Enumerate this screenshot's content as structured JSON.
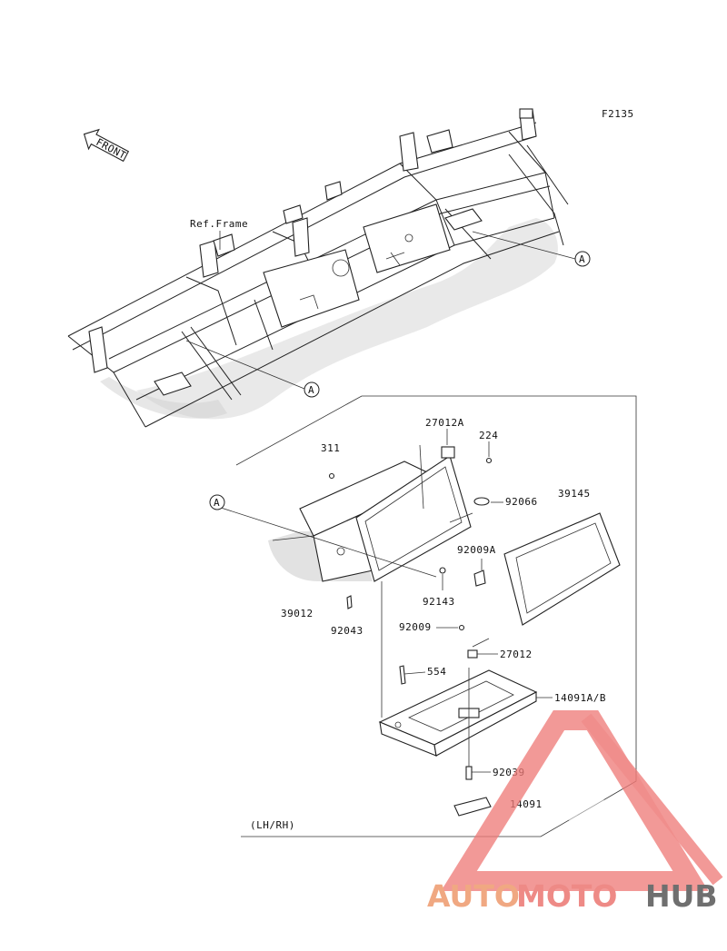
{
  "diagram": {
    "figure_code": "F2135",
    "front_label": "FRONT",
    "ref_label": "Ref.Frame",
    "ref_marker": "A",
    "variant_label": "(LH/RH)",
    "parts": [
      {
        "id": "p27012A",
        "number": "27012A"
      },
      {
        "id": "p224",
        "number": "224"
      },
      {
        "id": "p311",
        "number": "311"
      },
      {
        "id": "p92066",
        "number": "92066"
      },
      {
        "id": "p39145",
        "number": "39145"
      },
      {
        "id": "p92009A",
        "number": "92009A"
      },
      {
        "id": "p92143",
        "number": "92143"
      },
      {
        "id": "p39012",
        "number": "39012"
      },
      {
        "id": "p92043",
        "number": "92043"
      },
      {
        "id": "p92009",
        "number": "92009"
      },
      {
        "id": "p27012",
        "number": "27012"
      },
      {
        "id": "p554",
        "number": "554"
      },
      {
        "id": "p14091AB",
        "number": "14091A/B"
      },
      {
        "id": "p92039",
        "number": "92039"
      },
      {
        "id": "p14091",
        "number": "14091"
      }
    ]
  },
  "watermark": {
    "part1": "AUTO",
    "part2": "MOTO",
    "part3": "HUB",
    "colors": {
      "auto": "#f0a882",
      "moto": "#ee8a86",
      "hub": "#6f6f6f",
      "triangle": "#ee7a78"
    }
  }
}
